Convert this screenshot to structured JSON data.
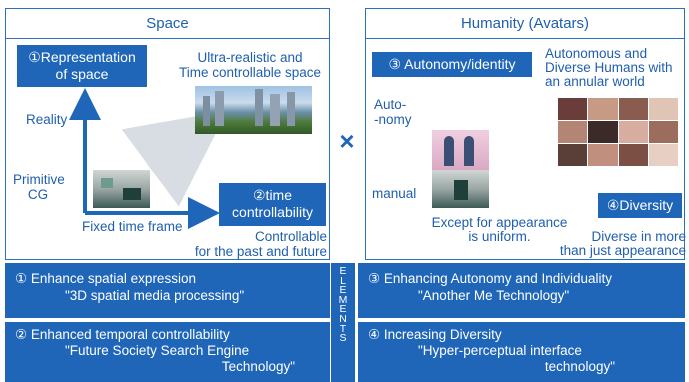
{
  "left_panel": {
    "title": "Space",
    "box1": "①Representation of space",
    "box2": "②time controllability",
    "headline": [
      "Ultra-realistic and",
      "Time controllable space"
    ],
    "y_high": "Reality",
    "y_low": [
      "Primitive",
      "CG"
    ],
    "x_low": "Fixed time frame",
    "x_high": [
      "Controllable",
      "for the past and future"
    ]
  },
  "cross": "×",
  "right_panel": {
    "title": "Humanity (Avatars)",
    "box3": "③ Autonomy/identity",
    "box4": "④Diversity",
    "headline": [
      "Autonomous and",
      "Diverse Humans with",
      "an annular world"
    ],
    "y_high": [
      "Auto-",
      "-nomy"
    ],
    "y_low": "manual",
    "x_low": [
      "Except for appearance",
      "is uniform."
    ],
    "x_high": [
      "Diverse in more",
      "than just appearance"
    ]
  },
  "elements_label": [
    "E",
    "L",
    "E",
    "M",
    "E",
    "N",
    "T",
    "S"
  ],
  "elements": [
    {
      "title": "① Enhance spatial expression",
      "sub": "\"3D spatial media processing\"",
      "sub2": ""
    },
    {
      "title": "② Enhanced temporal controllability",
      "sub": "\"Future Society Search Engine",
      "sub2": "Technology\""
    },
    {
      "title": "③ Enhancing Autonomy and Individuality",
      "sub": "\"Another Me Technology\"",
      "sub2": ""
    },
    {
      "title": "④ Increasing Diversity",
      "sub": "\"Hyper-perceptual interface",
      "sub2": "technology\""
    }
  ],
  "colors": {
    "accent": "#1f66b9",
    "text": "#1f5fae"
  }
}
